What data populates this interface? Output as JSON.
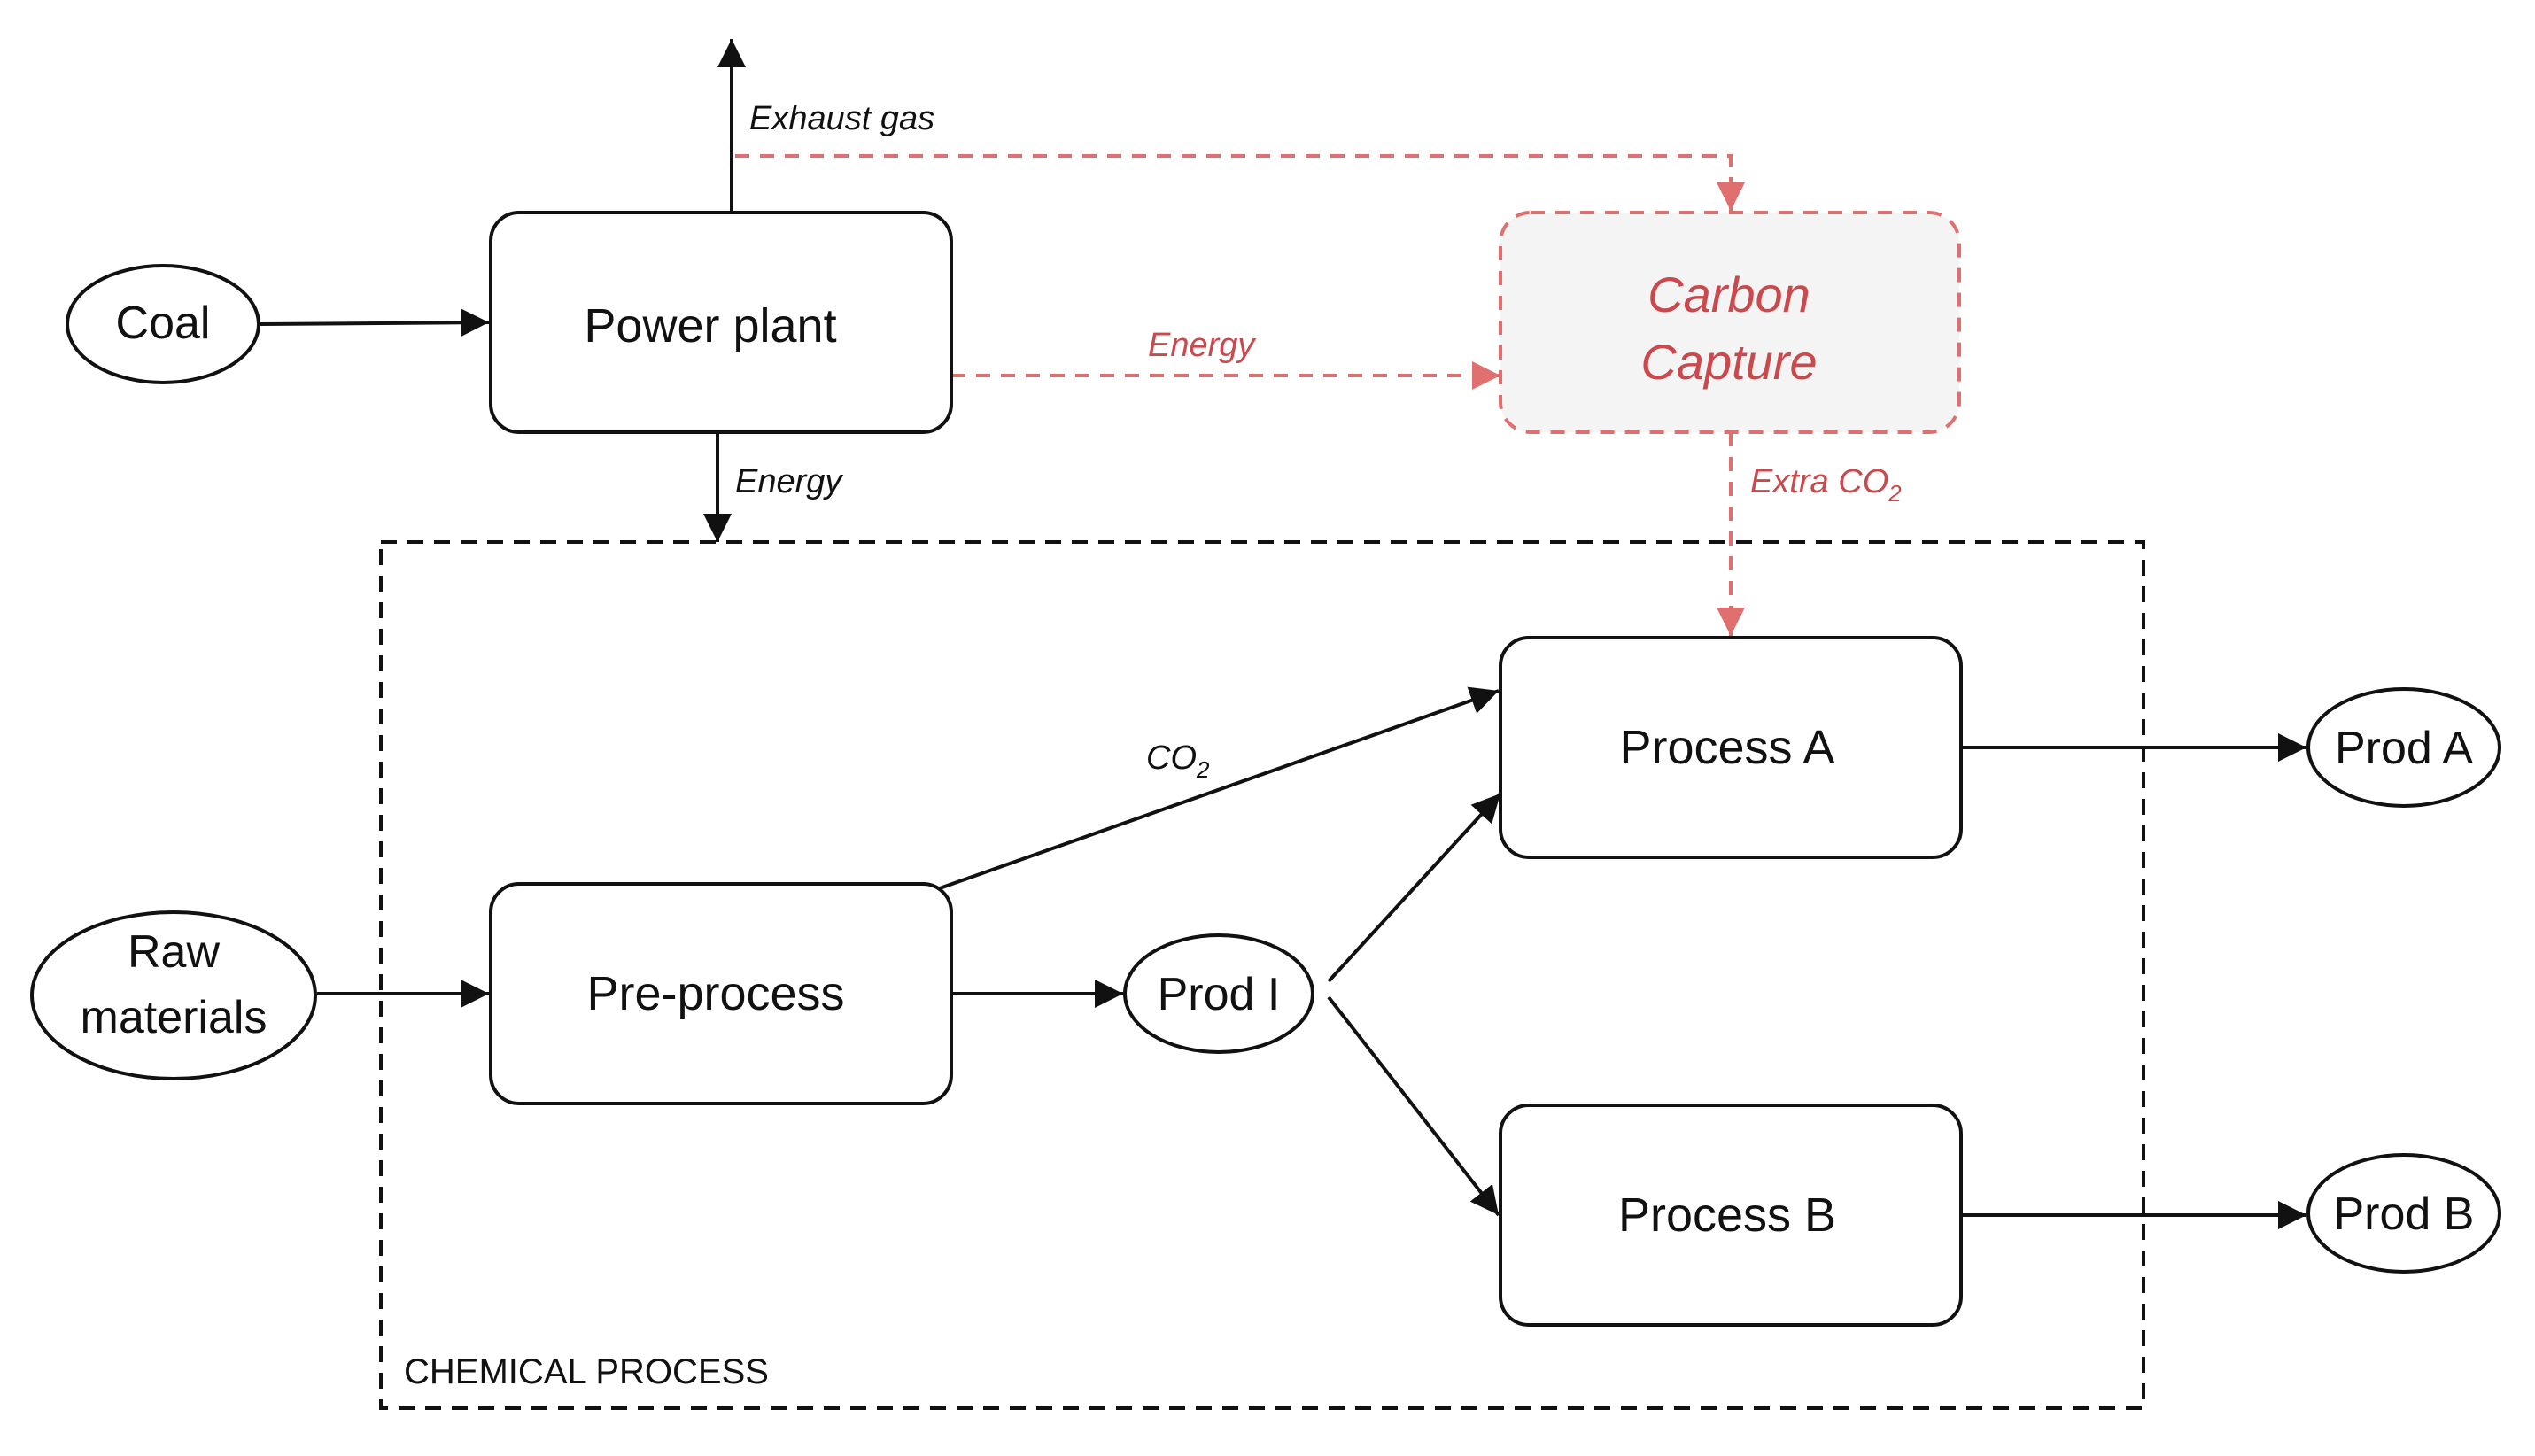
{
  "colors": {
    "line": "#111111",
    "accent": "#e0706f",
    "accent_text": "#c9494d",
    "capture_fill": "#f4f4f4"
  },
  "group": {
    "label": "CHEMICAL PROCESS"
  },
  "nodes": {
    "coal": "Coal",
    "power_plant": "Power plant",
    "carbon_capture": [
      "Carbon",
      "Capture"
    ],
    "raw_materials": [
      "Raw",
      "materials"
    ],
    "pre_process": "Pre-process",
    "prod_i": "Prod I",
    "process_a": "Process A",
    "process_b": "Process B",
    "prod_a": "Prod A",
    "prod_b": "Prod B"
  },
  "edge_labels": {
    "exhaust_gas": "Exhaust gas",
    "energy_to_capture": "Energy",
    "energy_down": "Energy",
    "extra_co2": "Extra CO",
    "co2": "CO",
    "subscript_2": "2"
  }
}
